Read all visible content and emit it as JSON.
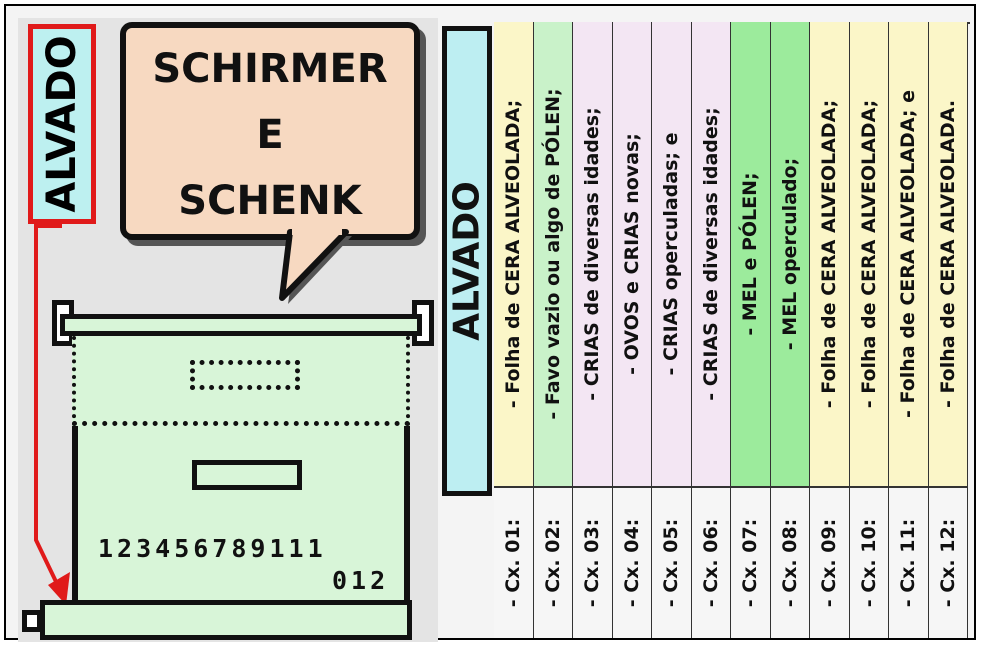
{
  "left_label": "ALVADO",
  "bubble": {
    "lines": [
      "SCHIRMER",
      "E",
      "SCHENK"
    ],
    "color": "#f7d9c1"
  },
  "frame_numbers": {
    "row1": "123456789111",
    "row2": "012"
  },
  "table_header": "ALVADO",
  "rows": [
    {
      "box": "- Cx. 01:",
      "content": "- Folha de CERA ALVEOLADA;",
      "color": "#fbf6c8"
    },
    {
      "box": "- Cx. 02:",
      "content": "- Favo vazio ou algo de PÓLEN;",
      "color": "#c9f2c9"
    },
    {
      "box": "- Cx. 03:",
      "content": "- CRIAS de diversas idades;",
      "color": "#f3e6f3"
    },
    {
      "box": "- Cx. 04:",
      "content": "- OVOS e CRIAS novas;",
      "color": "#f3e6f3"
    },
    {
      "box": "- Cx. 05:",
      "content": "- CRIAS operculadas; e",
      "color": "#f3e6f3"
    },
    {
      "box": "- Cx. 06:",
      "content": "- CRIAS de diversas idades;",
      "color": "#f3e6f3"
    },
    {
      "box": "- Cx. 07:",
      "content": "- MEL e PÓLEN;",
      "color": "#9ceb9c"
    },
    {
      "box": "- Cx. 08:",
      "content": "- MEL operculado;",
      "color": "#9ceb9c"
    },
    {
      "box": "- Cx. 09:",
      "content": "- Folha de CERA ALVEOLADA;",
      "color": "#fbf6c8"
    },
    {
      "box": "- Cx. 10:",
      "content": "- Folha de CERA ALVEOLADA;",
      "color": "#fbf6c8"
    },
    {
      "box": "- Cx. 11:",
      "content": "- Folha de CERA ALVEOLADA; e",
      "color": "#fbf6c8"
    },
    {
      "box": "- Cx. 12:",
      "content": "- Folha de CERA ALVEOLADA.",
      "color": "#fbf6c8"
    }
  ],
  "colors": {
    "alvado_label_border": "#e01a1a",
    "alvado_fill": "#bdf0f0",
    "hive_fill": "#d8f5d8"
  }
}
